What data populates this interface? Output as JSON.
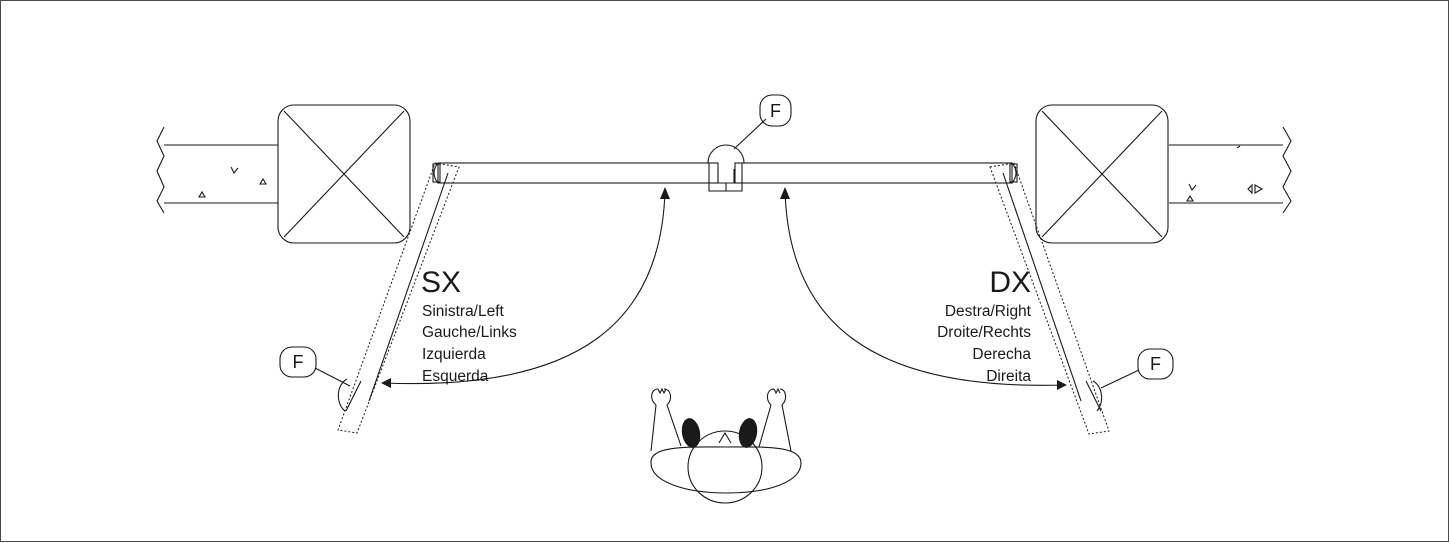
{
  "left_side": {
    "code": "SX",
    "names": [
      "Sinistra/Left",
      "Gauche/Links",
      "Izquierda",
      "Esquerda"
    ]
  },
  "right_side": {
    "code": "DX",
    "names": [
      "Destra/Right",
      "Droite/Rechts",
      "Derecha",
      "Direita"
    ]
  },
  "stop_label": "F"
}
